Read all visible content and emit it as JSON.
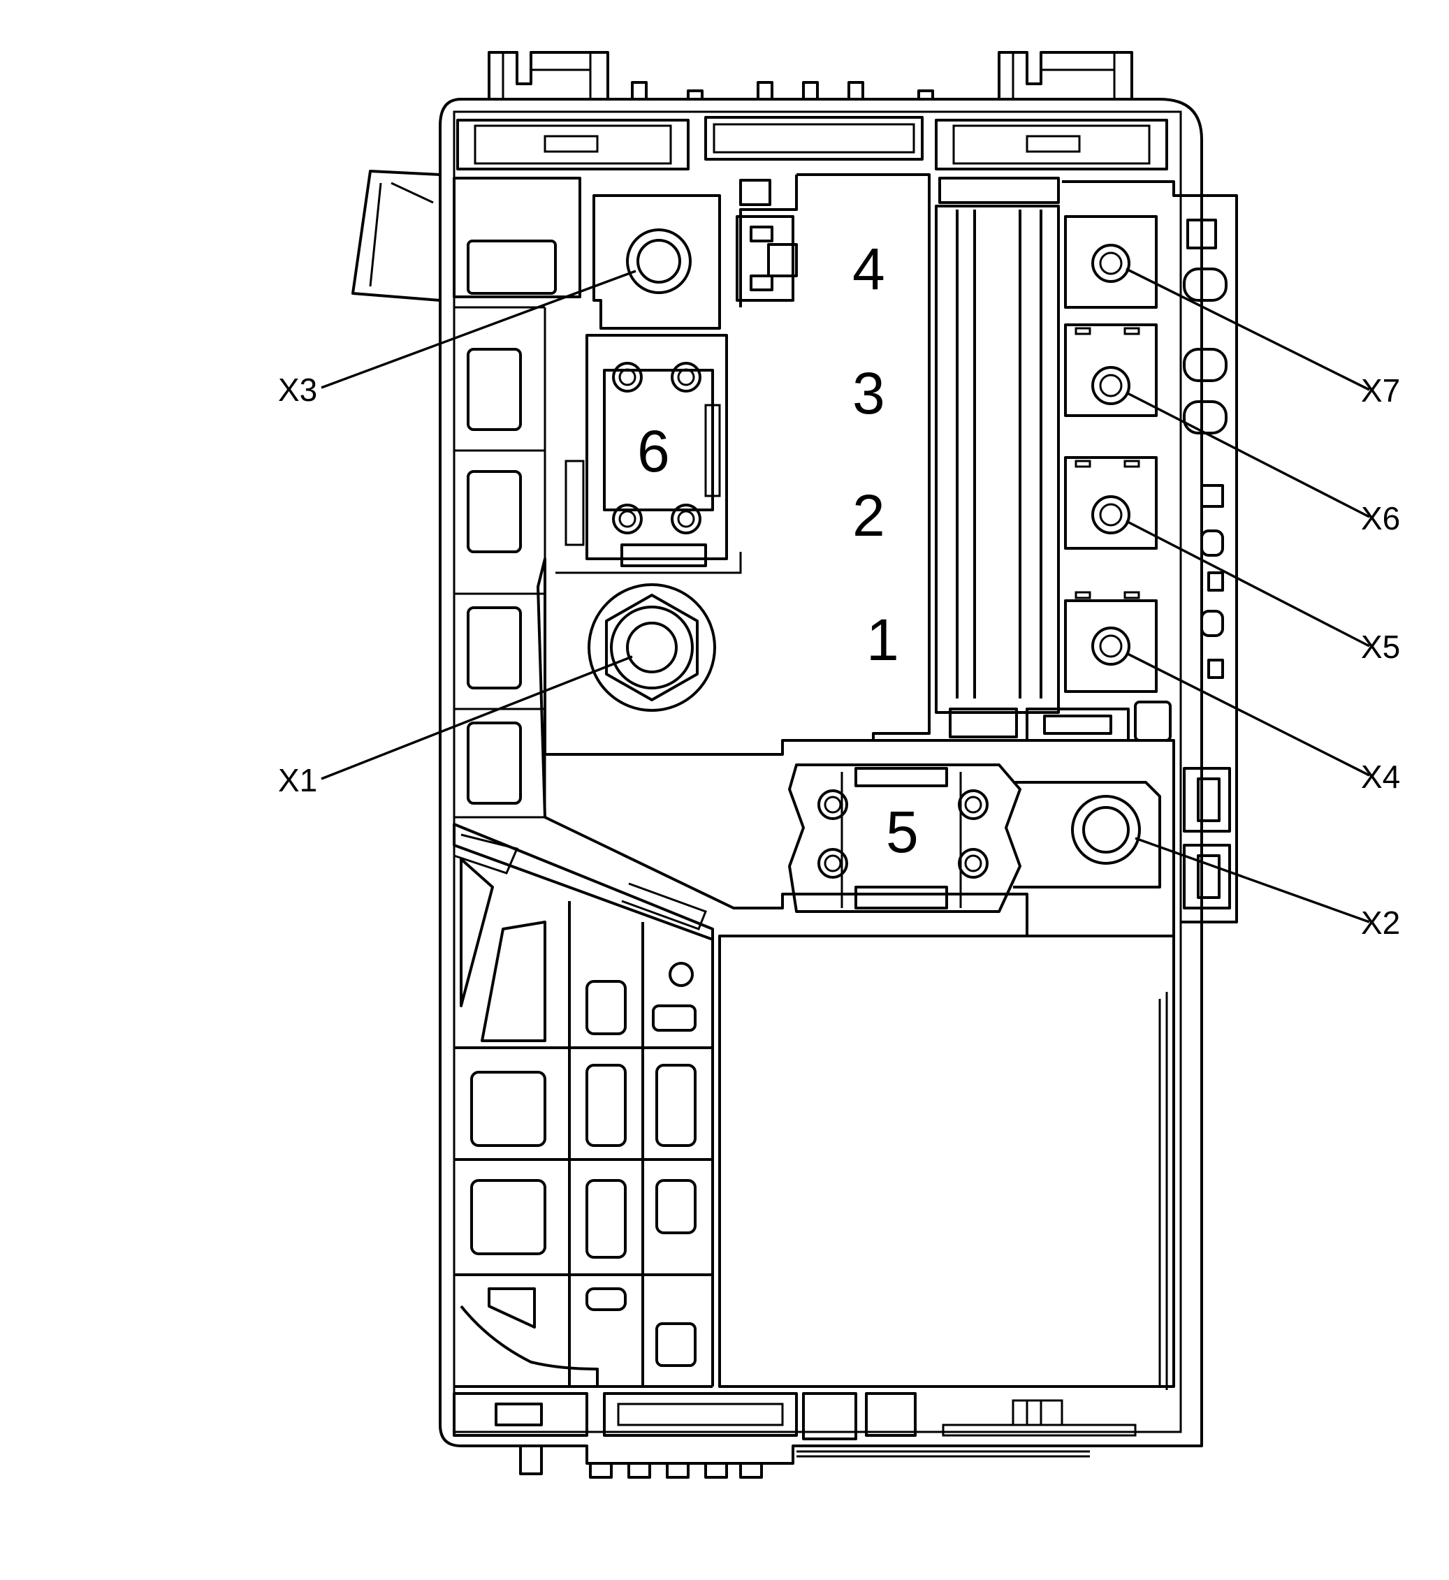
{
  "diagram": {
    "colors": {
      "line": "#000000",
      "background": "#ffffff"
    },
    "callouts": [
      {
        "id": "X3",
        "label": "X3"
      },
      {
        "id": "X1",
        "label": "X1"
      },
      {
        "id": "X7",
        "label": "X7"
      },
      {
        "id": "X6",
        "label": "X6"
      },
      {
        "id": "X5",
        "label": "X5"
      },
      {
        "id": "X4",
        "label": "X4"
      },
      {
        "id": "X2",
        "label": "X2"
      }
    ],
    "positions": [
      {
        "id": "4",
        "label": "4"
      },
      {
        "id": "3",
        "label": "3"
      },
      {
        "id": "2",
        "label": "2"
      },
      {
        "id": "1",
        "label": "1"
      },
      {
        "id": "5",
        "label": "5"
      },
      {
        "id": "6",
        "label": "6"
      }
    ]
  }
}
